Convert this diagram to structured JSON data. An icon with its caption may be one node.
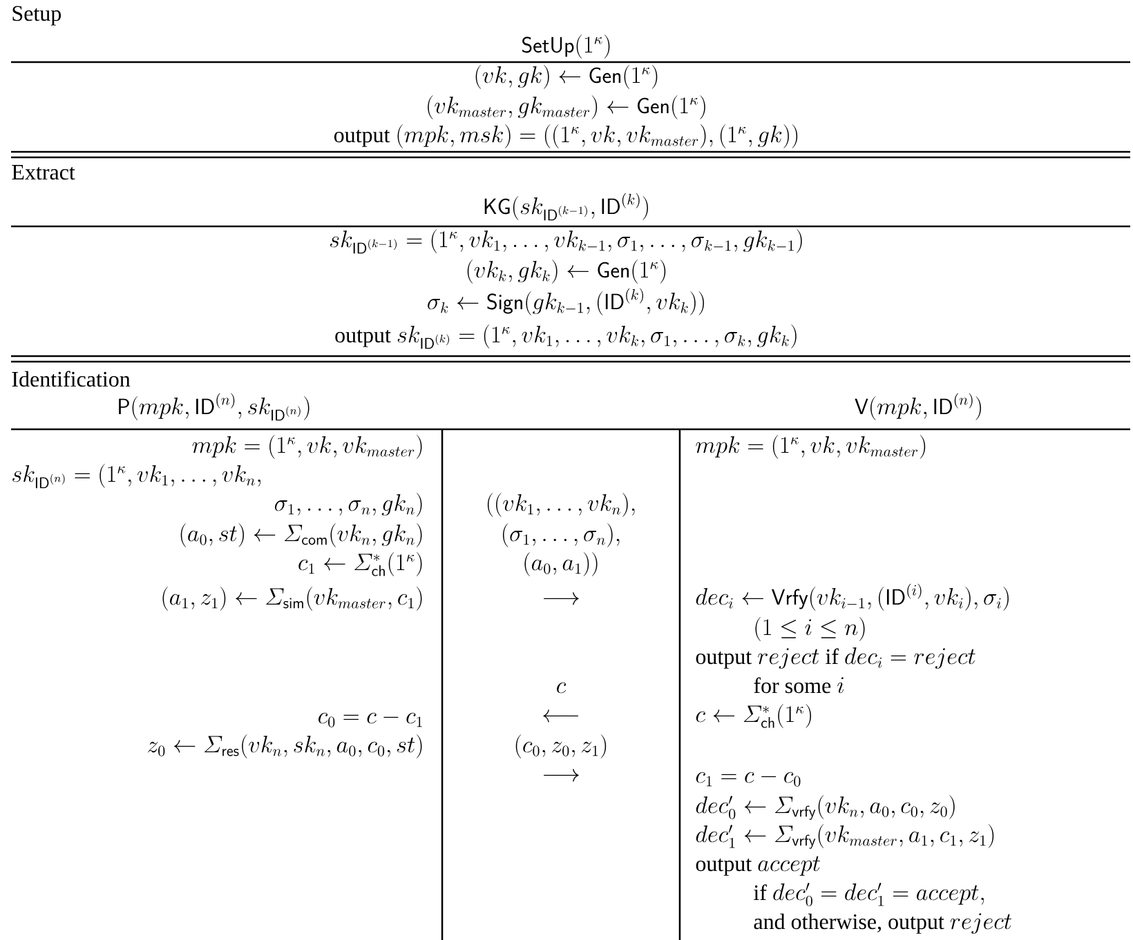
{
  "diagram": {
    "labels": [
      "Setup",
      "\\mathsf{SetUp}(1^\\kappa)",
      "(vk, gk) \\leftarrow \\mathsf{Gen}(1^\\kappa)",
      "(vk_{master}, gk_{master}) \\leftarrow \\mathsf{Gen}(1^\\kappa)",
      "\\text{output } (mpk, msk) = ((1^\\kappa, vk, vk_{master}), (1^\\kappa, gk))",
      "Extract",
      "\\mathsf{KG}(sk_{\\mathsf{ID}^{(k-1)}}, \\mathsf{ID}^{(k)})",
      "sk_{\\mathsf{ID}^{(k-1)}} = (1^\\kappa, vk_1, \\ldots, vk_{k-1}, \\sigma_1, \\ldots, \\sigma_{k-1}, gk_{k-1})",
      "(vk_k, gk_k) \\leftarrow \\mathsf{Gen}(1^\\kappa)",
      "\\sigma_k \\leftarrow \\mathsf{Sign}(gk_{k-1}, (\\mathsf{ID}^{(k)}, vk_k))",
      "\\text{output } sk_{\\mathsf{ID}^{(k)}} = (1^\\kappa, vk_1, \\ldots, vk_k, \\sigma_1, \\ldots, \\sigma_k, gk_k)",
      "Identification",
      "\\mathsf{P}(mpk, \\mathsf{ID}^{(n)}, sk_{\\mathsf{ID}^{(n)}})",
      "\\mathsf{V}(mpk, \\mathsf{ID}^{(n)})",
      "mpk = (1^\\kappa, vk, vk_{master})",
      "mpk = (1^\\kappa, vk, vk_{master})",
      "sk_{\\mathsf{ID}^{(n)}} = (1^\\kappa, vk_1, \\ldots, vk_n,",
      "\\sigma_1, \\ldots, \\sigma_n, gk_n)",
      "((vk_1, \\ldots, vk_n),",
      "(a_0, st) \\leftarrow \\mathnormal{\\Sigma}_{\\mathsf{com}}(vk_n, gk_n)",
      "(\\sigma_1, \\ldots, \\sigma_n),",
      "c_1 \\leftarrow \\mathnormal{\\Sigma}^*_{\\mathsf{ch}}(1^\\kappa)",
      "(a_0, a_1))",
      "(a_1, z_1) \\leftarrow \\mathnormal{\\Sigma}_{\\mathsf{sim}}(vk_{master}, c_1)",
      "\\longrightarrow",
      "dec_i \\leftarrow \\mathsf{Vrfy}(vk_{i-1}, (\\mathsf{ID}^{(i)}, vk_i), \\sigma_i)",
      "(1 \\leq i \\leq n)",
      "\\text{output } reject \\text{ if } dec_i = reject",
      "c",
      "\\text{for some } i",
      "c_0 = c - c_1",
      "\\longleftarrow",
      "c \\leftarrow \\mathnormal{\\Sigma}^*_{\\mathsf{ch}}(1^\\kappa)",
      "z_0 \\leftarrow \\mathnormal{\\Sigma}_{\\mathsf{res}}(vk_n, sk_n, a_0, c_0, st)",
      "(c_0, z_0, z_1)",
      "\\longrightarrow",
      "c_1 = c - c_0",
      "dec'_0 \\leftarrow \\mathnormal{\\Sigma}_{\\mathsf{vrfy}}(vk_n, a_0, c_0, z_0)",
      "dec'_1 \\leftarrow \\mathnormal{\\Sigma}_{\\mathsf{vrfy}}(vk_{master}, a_1, c_1, z_1)",
      "\\text{output } accept",
      "\\text{if } dec'_0 = dec'_1 = accept,",
      "\\text{and otherwise, output } reject"
    ]
  }
}
